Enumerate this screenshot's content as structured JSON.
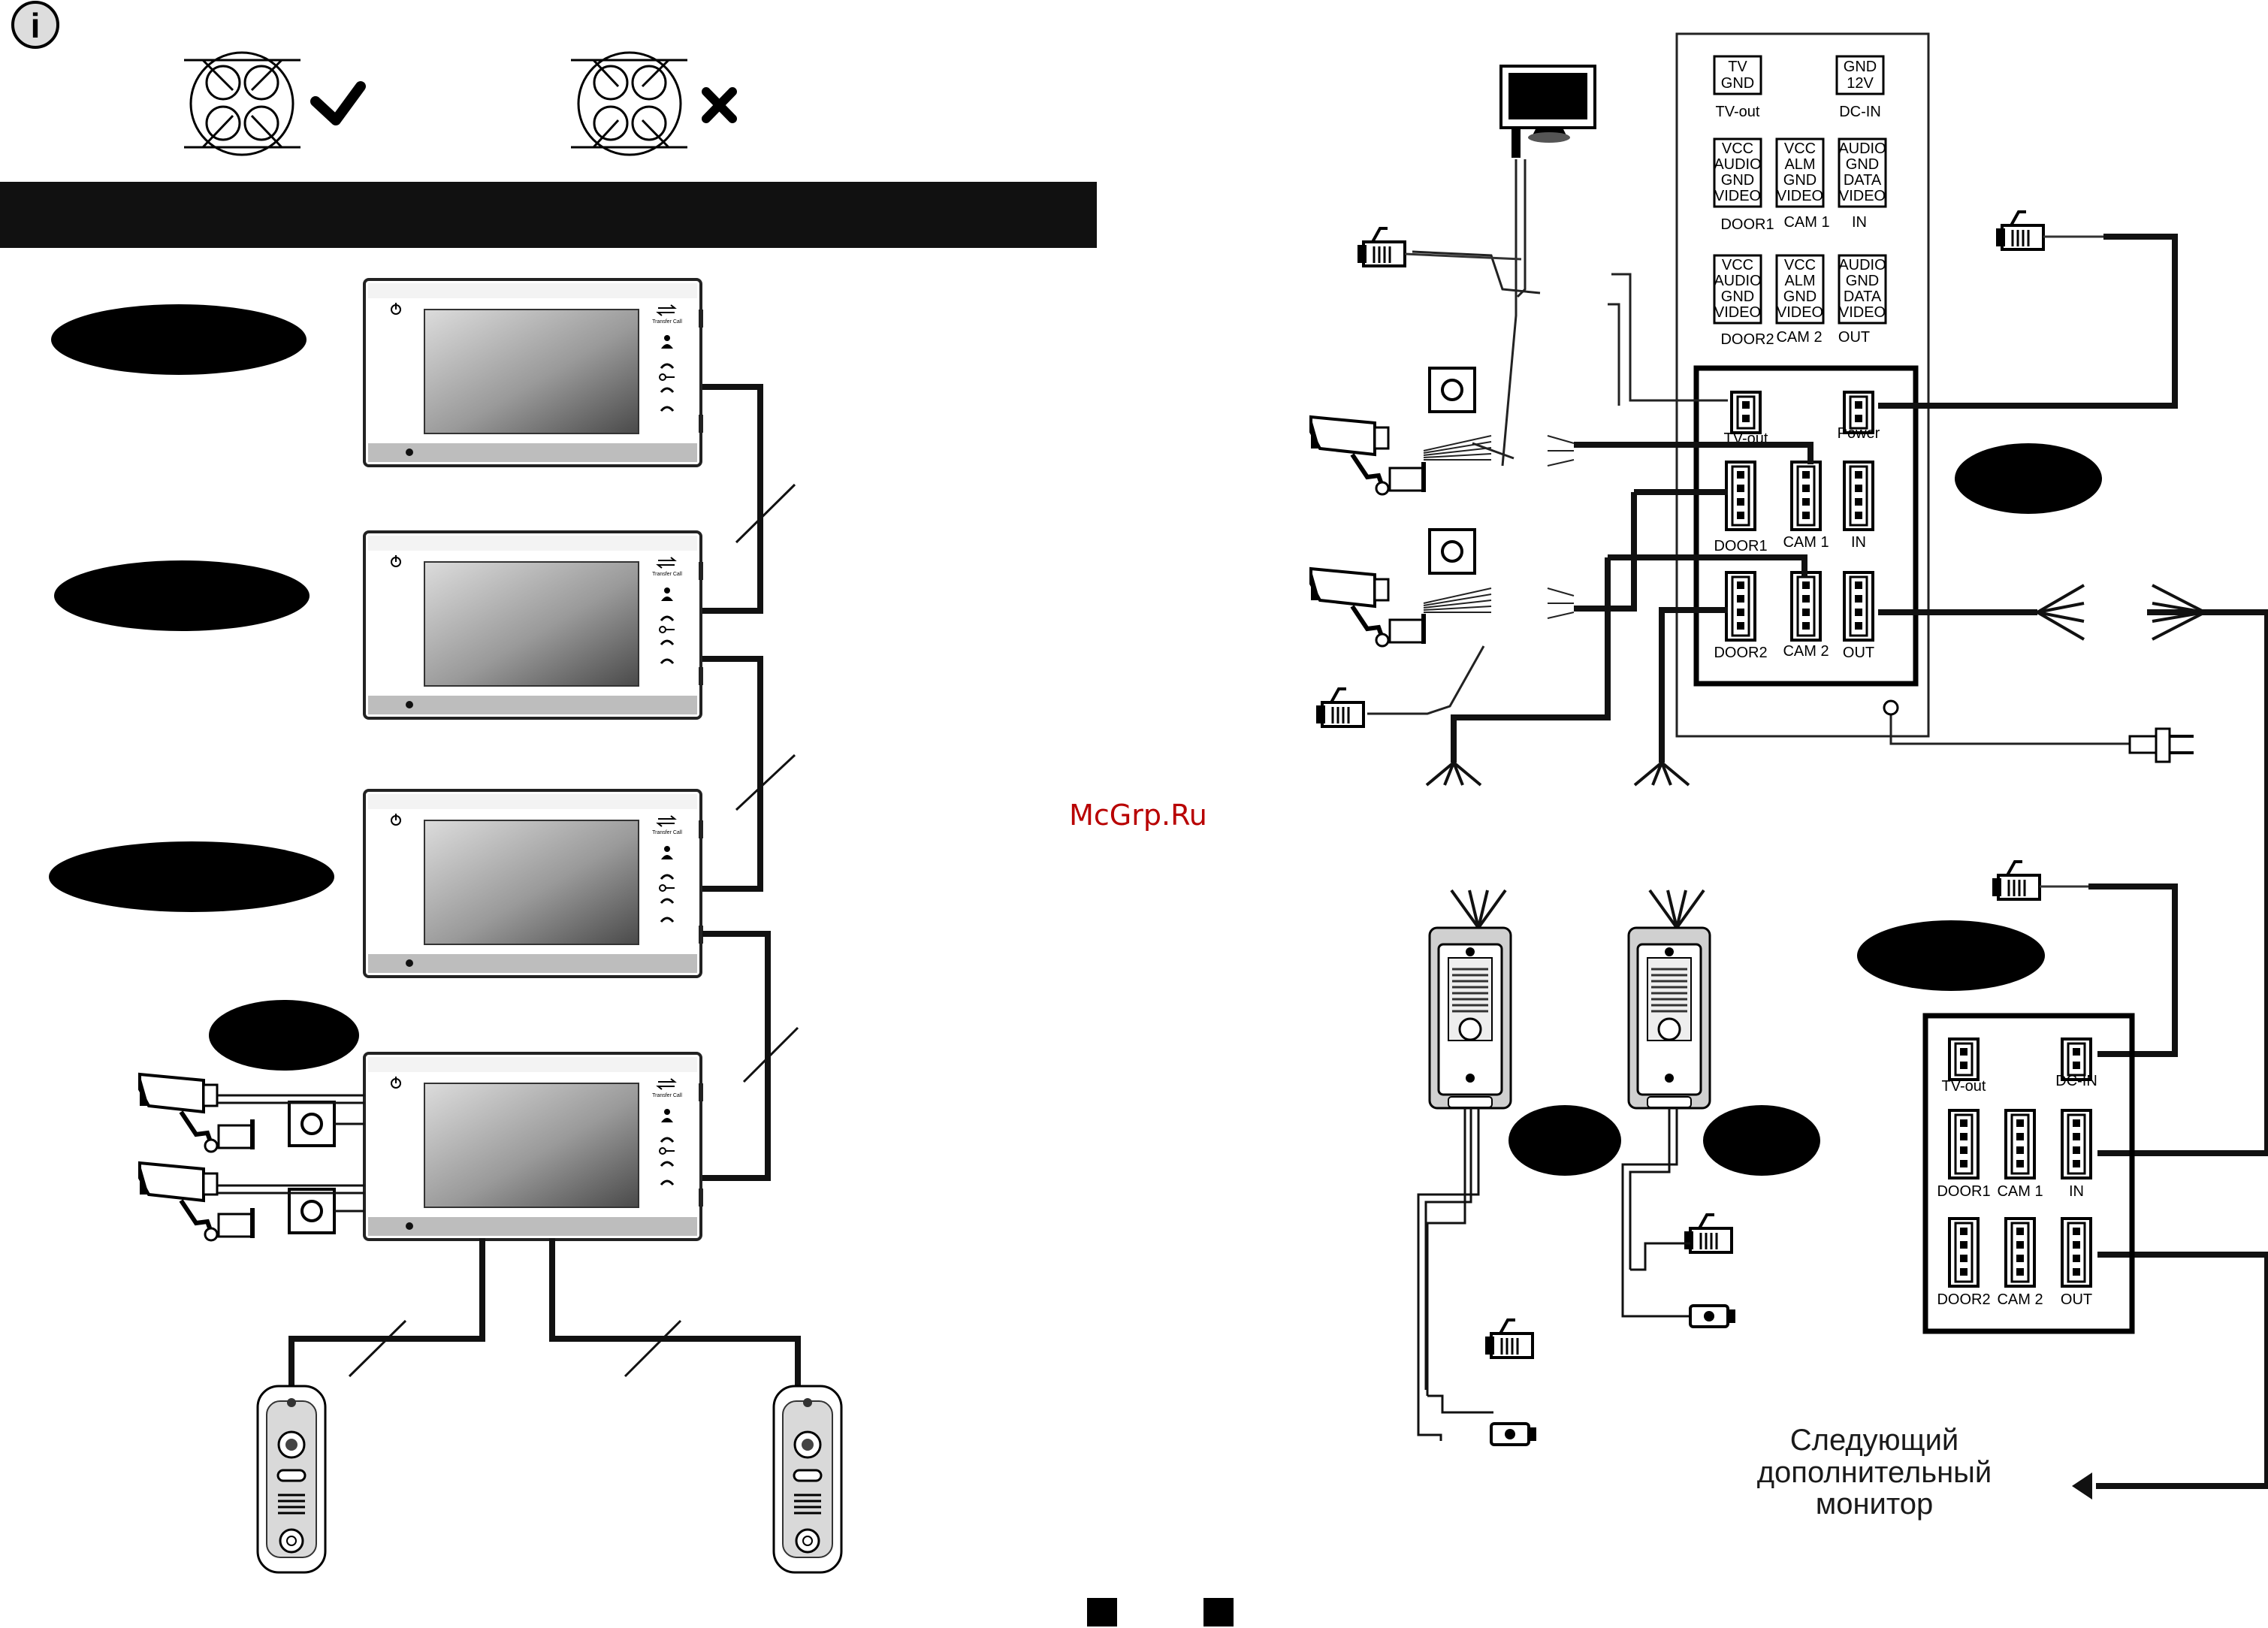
{
  "watermark": "McGrp.Ru",
  "info_icon": "info-icon",
  "tick_icon": "check-icon",
  "cross_icon": "cross-icon",
  "monitor_button_label": "Transfer Call",
  "main_unit": {
    "tv_pins": "TV\nGND",
    "tv_name": "TV-out",
    "dc_pins": "GND\n12V",
    "dc_name": "DC-IN",
    "door_pins": "VCC\nAUDIO\nGND\nVIDEO",
    "cam_pins": "VCC\nALM\nGND\nVIDEO",
    "in_pins": "AUDIO\nGND\nDATA\nVIDEO",
    "door1": "DOOR1",
    "cam1": "CAM 1",
    "in": "IN",
    "door2": "DOOR2",
    "cam2": "CAM 2",
    "out": "OUT",
    "power": "Power"
  },
  "next_monitor": [
    "Следующий",
    "дополнительный",
    "монитор"
  ]
}
